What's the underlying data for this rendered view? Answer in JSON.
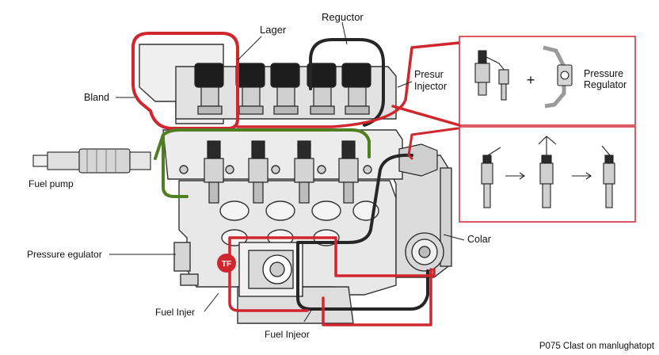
{
  "labels": {
    "bland": "Bland",
    "lager": "Lager",
    "reguctor": "Reguctor",
    "presur_injector_1": "Presur",
    "presur_injector_2": "Injector",
    "pressure_regulator_1": "Pressure",
    "pressure_regulator_2": "Regulator",
    "fuel_pump": "Fuel pump",
    "pressure_egulator": "Pressure egulator",
    "colar": "Colar",
    "fuel_injer": "Fuel Injer",
    "fuel_injeor": "Fuel Injeor",
    "badge": "TF",
    "footer": "P075 Clast on manlughatopt"
  },
  "colors": {
    "red_line": "#d0262e",
    "green_line": "#4f7f22",
    "black_line": "#262626",
    "engine_stroke": "#333333",
    "engine_fill": "#e8e8e8",
    "injector_cap": "#1d1d1d"
  }
}
